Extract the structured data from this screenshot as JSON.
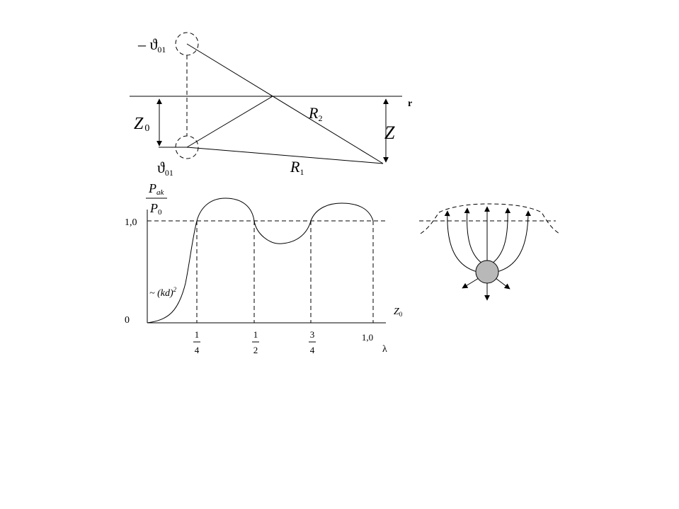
{
  "geometry_diagram": {
    "image_source_label": "– ϑ",
    "image_source_sub": "01",
    "source_label": "ϑ",
    "source_sub": "01",
    "depth_label": "Z",
    "depth_sub": "0",
    "field_depth_label": "Z",
    "r_label": "r",
    "r1_label": "R",
    "r1_sub": "1",
    "r2_label": "R",
    "r2_sub": "2"
  },
  "pressure_plot": {
    "y_label_num": "P",
    "y_label_num_sub": "ak",
    "y_label_den": "P",
    "y_label_den_sub": "0",
    "y_tick_1": "1,0",
    "y_tick_0": "0",
    "curve_annotation": "~ (kd)",
    "curve_annotation_sup": "2",
    "x_label": "Z",
    "x_label_sub": "0",
    "x_unit_label": "λ",
    "x_ticks": [
      {
        "num": "1",
        "den": "4"
      },
      {
        "num": "1",
        "den": "2"
      },
      {
        "num": "3",
        "den": "4"
      }
    ],
    "x_tick_last": "1,0"
  },
  "radiation_pattern": {
    "surface_style": "dashed",
    "source_color": "#b8b8b8",
    "upward_arrows": 5,
    "downward_arrows": 3
  }
}
